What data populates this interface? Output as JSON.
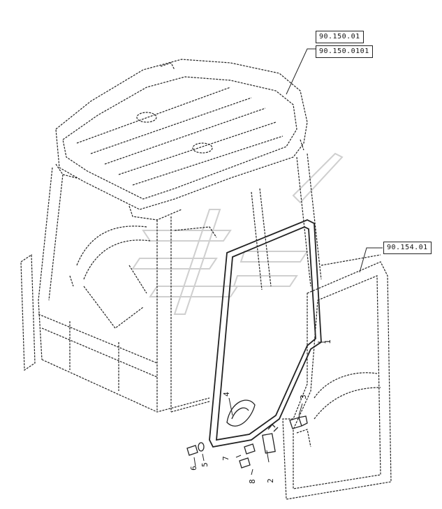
{
  "references": {
    "roof_ref_1": "90.150.01",
    "roof_ref_2": "90.150.0101",
    "door_ref": "90.154.01"
  },
  "callouts": {
    "c1": "1",
    "c2": "2",
    "c3": "3",
    "c4": "4",
    "c5": "5",
    "c6": "6",
    "c7": "7",
    "c8": "8"
  },
  "colors": {
    "line": "#222222",
    "watermark": "#cfcfcf"
  }
}
